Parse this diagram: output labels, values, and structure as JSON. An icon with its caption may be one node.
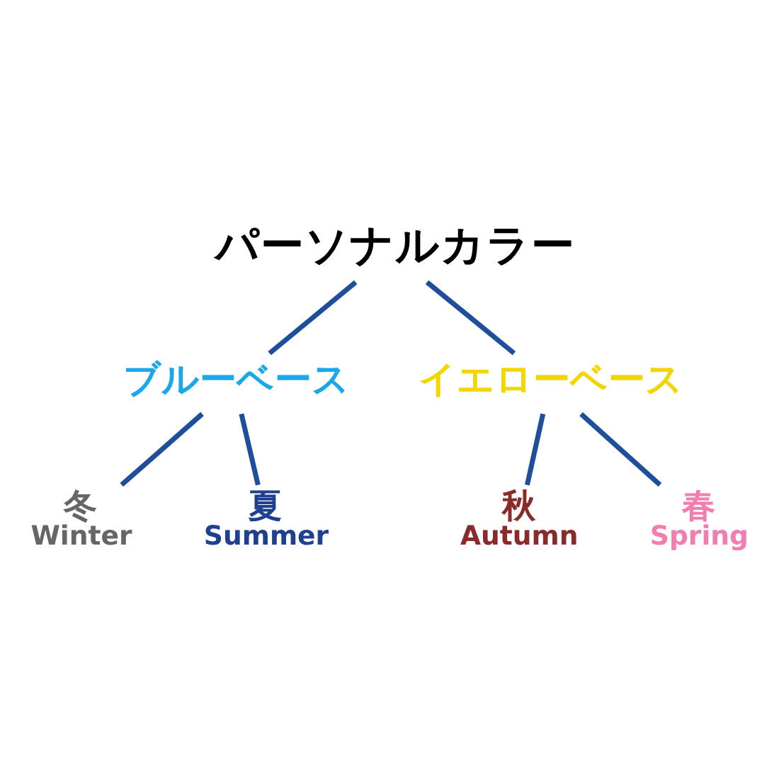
{
  "diagram": {
    "nodes": [
      {
        "text": [
          "パーソナルカラー"
        ]
      },
      {
        "text": [
          "ブルーベース"
        ]
      },
      {
        "text": [
          "イエローベース"
        ]
      },
      {
        "text": [
          "冬",
          "Winter"
        ]
      },
      {
        "text": [
          "夏",
          "Summer"
        ]
      },
      {
        "text": [
          "秋",
          "Autumn"
        ]
      },
      {
        "text": [
          "春",
          "Spring"
        ]
      }
    ],
    "edges": [
      {
        "from": 0,
        "to": 1,
        "arrow": "none"
      },
      {
        "from": 0,
        "to": 2,
        "arrow": "none"
      },
      {
        "from": 1,
        "to": 3,
        "arrow": "none"
      },
      {
        "from": 1,
        "to": 4,
        "arrow": "none"
      },
      {
        "from": 2,
        "to": 5,
        "arrow": "none"
      },
      {
        "from": 2,
        "to": 6,
        "arrow": "none"
      }
    ]
  }
}
